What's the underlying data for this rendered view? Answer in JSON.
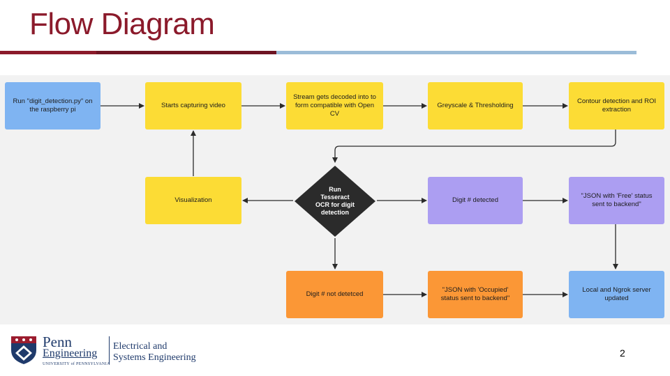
{
  "slide": {
    "title": "Flow Diagram",
    "page_number": "2"
  },
  "colors": {
    "title": "#8b1a2b",
    "start": "#7fb4f2",
    "process": "#fcdc35",
    "detected": "#ac9ef2",
    "not_detected": "#fb9736",
    "decision": "#2b2b2b"
  },
  "diagram": {
    "nodes": {
      "run_script": "Run \"digit_detection.py\" on the raspberry pi",
      "capture": "Starts capturing video",
      "decode": "Stream gets decoded into to form  compatible with Open CV",
      "greyscale": "Greyscale & Thresholding",
      "contour": "Contour detection and ROI extraction",
      "visualization": "Visualization",
      "tesseract": "Run Tesseract OCR for digit detection",
      "digit_detected": "Digit # detected",
      "json_free": "\"JSON with 'Free' status sent to backend\"",
      "digit_not_detected": "Digit # not detetced",
      "json_occupied": "\"JSON with 'Occupied' status sent to backend\"",
      "server_updated": "Local and Ngrok server updated"
    }
  },
  "footer": {
    "penn": "Penn",
    "engineering": "Engineering",
    "university": "UNIVERSITY of PENNSYLVANIA",
    "dept_line1": "Electrical and",
    "dept_line2": "Systems Engineering"
  }
}
